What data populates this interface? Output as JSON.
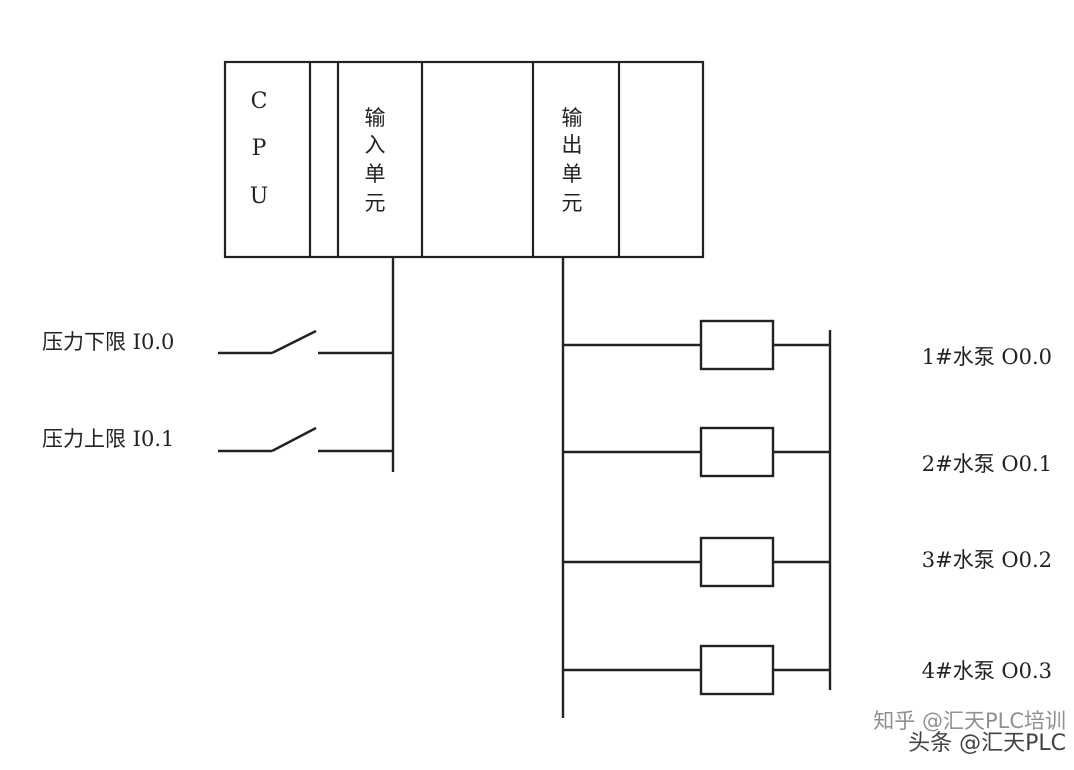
{
  "plc": {
    "cpu_label": [
      "C",
      "P",
      "U"
    ],
    "input_unit_label": [
      "输",
      "入",
      "单",
      "元"
    ],
    "output_unit_label": [
      "输",
      "出",
      "单",
      "元"
    ]
  },
  "inputs": [
    {
      "label": "压力下限 I0.0"
    },
    {
      "label": "压力上限 I0.1"
    }
  ],
  "outputs": [
    {
      "label": "1#水泵 O0.0"
    },
    {
      "label": "2#水泵 O0.1"
    },
    {
      "label": "3#水泵 O0.2"
    },
    {
      "label": "4#水泵 O0.3"
    }
  ],
  "watermark": {
    "text_a": "知乎 @汇天PLC培训",
    "text_b": "头条 @汇天PLC"
  },
  "colors": {
    "line": "#222222",
    "watermark": "#111111"
  }
}
